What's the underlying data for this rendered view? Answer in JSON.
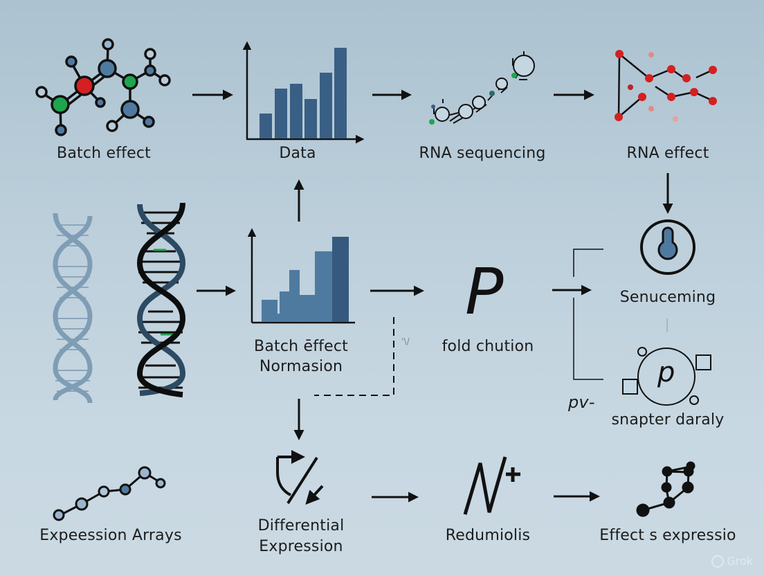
{
  "diagram": {
    "nodes": {
      "batch_effect": {
        "label": "Batch effect",
        "icon": "molecule-icon"
      },
      "data": {
        "label": "Data",
        "icon": "bar-chart-icon"
      },
      "rna_sequencing": {
        "label": "RNA sequencing",
        "icon": "rna-strand-icon"
      },
      "rna_effect": {
        "label": "RNA effect",
        "icon": "red-network-icon"
      },
      "dna": {
        "label": "",
        "icon": "dna-helix-icon"
      },
      "batch_effect_normasion": {
        "line1": "Batch ēffect",
        "line2": "Normasion",
        "icon": "histogram-icon"
      },
      "fold_chution": {
        "label": "fold chution",
        "glyph": "P",
        "icon": "p-letter-icon"
      },
      "senuceming": {
        "label": "Senuceming",
        "icon": "keyhole-icon"
      },
      "snapter_daraly": {
        "label": "snapter daraly",
        "glyph": "p",
        "icon": "p-circle-icon"
      },
      "pv_annotation": {
        "label": "pv-"
      },
      "small_mark": {
        "label": "'\\/"
      },
      "expression_arrays": {
        "label": "Expeession Arrays",
        "icon": "line-chain-icon"
      },
      "differential_expression": {
        "line1": "Differential",
        "line2": "Expression",
        "icon": "differential-icon"
      },
      "redumiolis": {
        "label": "Redumiolis",
        "glyph": "N",
        "superscript": "+",
        "icon": "n-plus-icon"
      },
      "effects_expressio": {
        "label": "Effect s expressio",
        "icon": "black-network-icon"
      }
    },
    "edges": [
      {
        "from": "batch_effect",
        "to": "data"
      },
      {
        "from": "data",
        "to": "rna_sequencing"
      },
      {
        "from": "rna_sequencing",
        "to": "rna_effect"
      },
      {
        "from": "rna_effect",
        "to": "senuceming"
      },
      {
        "from": "batch_effect_normasion",
        "to": "data"
      },
      {
        "from": "dna",
        "to": "batch_effect_normasion"
      },
      {
        "from": "batch_effect_normasion",
        "to": "fold_chution"
      },
      {
        "from": "fold_chution",
        "to": "senuceming"
      },
      {
        "from": "batch_effect_normasion",
        "to": "differential_expression"
      },
      {
        "from": "differential_expression",
        "to": "redumiolis"
      },
      {
        "from": "redumiolis",
        "to": "effects_expressio"
      }
    ]
  },
  "charts": {
    "data_bars": [
      0.34,
      0.62,
      0.68,
      0.5,
      0.8,
      1.0
    ],
    "normasion_bars": [
      0.27,
      0.37,
      0.6,
      0.33,
      0.82,
      1.0
    ]
  },
  "colors": {
    "bg_top": "#acc2d0",
    "bg_bottom": "#cad9e2",
    "bar_blue": "#3a5f85",
    "bar_light": "#4f7aa0",
    "red_node": "#d42020",
    "green_node": "#1ea54e",
    "ink": "#111111"
  },
  "watermark": {
    "label": "Grok"
  }
}
